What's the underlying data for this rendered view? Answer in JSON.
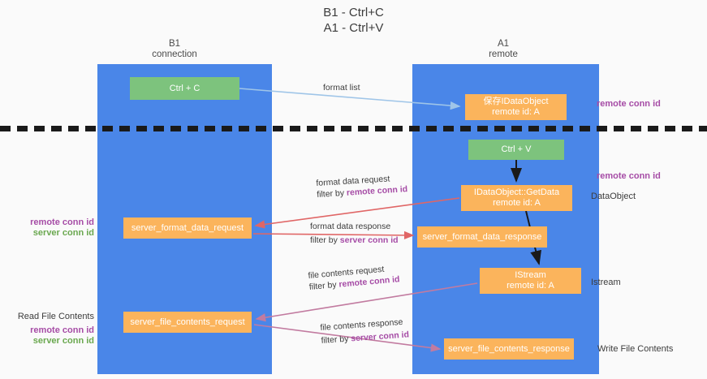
{
  "title": "B1 - Ctrl+C\nA1 - Ctrl+V",
  "lanes": [
    {
      "name": "B1",
      "header": "B1\nconnection",
      "color": "#4a86e8"
    },
    {
      "name": "A1",
      "header": "A1\nremote",
      "color": "#4a86e8"
    }
  ],
  "nodes": {
    "ctrl_c": {
      "label": "Ctrl + C",
      "color": "#7dc37d",
      "lane": "B1"
    },
    "idataobject": {
      "label": "保存IDataObject\nremote id: A",
      "color": "#fbb45c",
      "lane": "A1"
    },
    "ctrl_v": {
      "label": "Ctrl + V",
      "color": "#7dc37d",
      "lane": "A1"
    },
    "getdata": {
      "label": "IDataObject::GetData\nremote id: A",
      "color": "#fbb45c",
      "lane": "A1"
    },
    "server_format_data_request": {
      "label": "server_format_data_request",
      "color": "#fbb45c",
      "lane": "B1"
    },
    "server_format_data_response": {
      "label": "server_format_data_response",
      "color": "#fbb45c",
      "lane": "A1"
    },
    "istream": {
      "label": "IStream\nremote id: A",
      "color": "#fbb45c",
      "lane": "A1"
    },
    "server_file_contents_request": {
      "label": "server_file_contents_request",
      "color": "#fbb45c",
      "lane": "B1"
    },
    "server_file_contents_response": {
      "label": "server_file_contents_response",
      "color": "#fbb45c",
      "lane": "A1"
    }
  },
  "edges": {
    "format_list": {
      "label": "format list",
      "color": "#9fc5e8"
    },
    "format_data_request": {
      "label": "format data request",
      "filter_prefix": "filter by ",
      "filter_key": "remote conn id",
      "color": "#e06666"
    },
    "format_data_response": {
      "label": "format data response",
      "filter_prefix": "filter by ",
      "filter_key": "server conn id",
      "color": "#e06666"
    },
    "file_contents_request": {
      "label": "file contents request",
      "filter_prefix": "filter by ",
      "filter_key": "remote conn id",
      "color": "#c27ba0"
    },
    "file_contents_response": {
      "label": "file contents response",
      "filter_prefix": "filter by ",
      "filter_key": "server conn id",
      "color": "#c27ba0"
    }
  },
  "annotations": {
    "remote_conn_id_top": "remote conn id",
    "remote_conn_id_mid": "remote conn id",
    "dataobject": "DataObject",
    "istream": "Istream",
    "write_file_contents": "Write File Contents",
    "read_file_contents": "Read File Contents",
    "left_remote_conn_id_1": "remote conn id",
    "left_server_conn_id_1": "server conn id",
    "left_remote_conn_id_2": "remote conn id",
    "left_server_conn_id_2": "server conn id"
  },
  "colors": {
    "lane": "#4a86e8",
    "green_node": "#7dc37d",
    "orange_node": "#fbb45c",
    "purple_text": "#a64ca6",
    "green_text": "#6aa84f",
    "red_arrow": "#e06666",
    "pink_arrow": "#c27ba0",
    "blue_arrow": "#9fc5e8",
    "divider": "#1a1a1a",
    "background": "#fafafa"
  }
}
